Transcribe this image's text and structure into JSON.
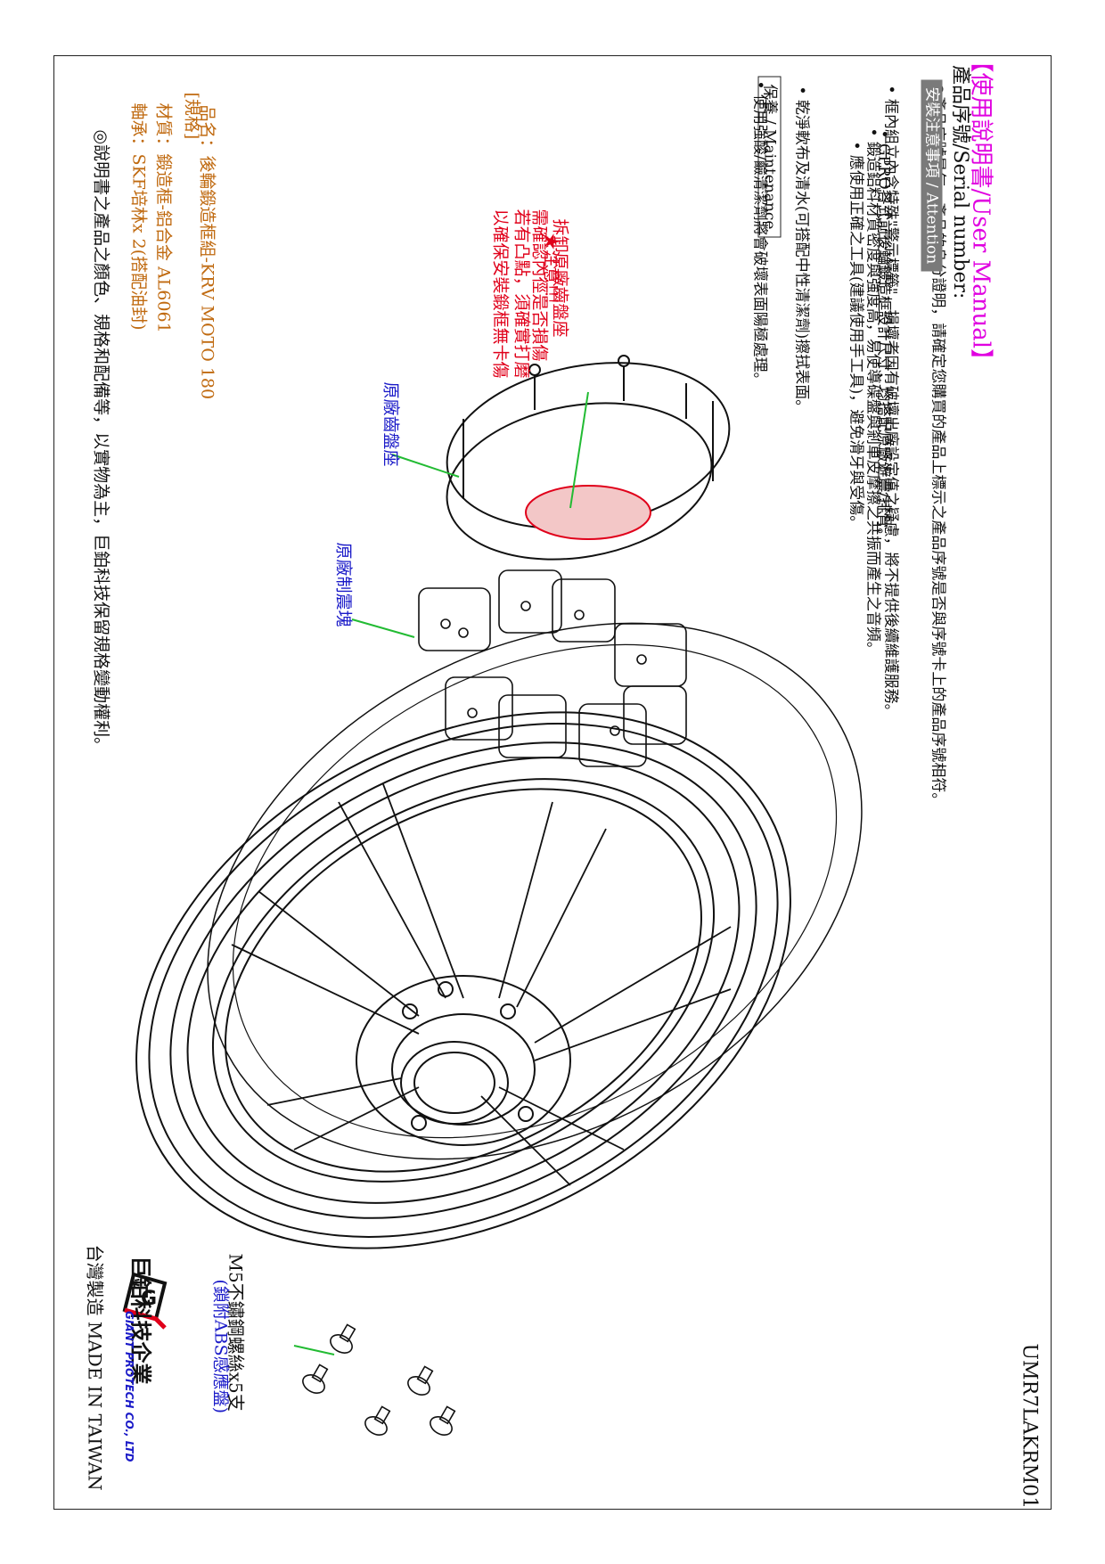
{
  "header": {
    "title_open": "【",
    "title": "使用說明書/User Manual",
    "title_close": "】",
    "serial_label": "產品序號/Serial number:",
    "serial_desc": "◎產品序號是每一產品的身分證明，請確定您購買的產品上標示之產品序號是否與序號卡上的產品序號相符。"
  },
  "attention": {
    "heading": "安裝注意事項 / Attention",
    "items": [
      "• 框內組立內含特殊\"警示標籤\"，損壞者因有破壞出廠設定值之疑慮，將不提供後續維護服務。",
      "• 鍛造鋁料材質密度與強度高，易使導碟盤與剎車皮摩擦之共振而產生之音頻。",
      "• 應使用正確之工具(建議使用手工具)，避免滑牙與受傷。",
      "• GPRO各式前後輪鍛造框設計尺寸，均搭配原廠避震/排骨。"
    ]
  },
  "maintenance": {
    "heading": "保養 / Maintenance",
    "items": [
      "• 乾淨軟布及清水(可搭配中性清潔劑)擦拭表面。",
      "• 使用強酸/鹼清潔劑將會破壞表面陽極處理。"
    ]
  },
  "warning": {
    "title": "★注意!!!",
    "lines": [
      "拆卸原廠齒盤座",
      "需確認內徑是否損傷",
      "若有凸點，須確實打磨",
      "以確保安裝鍛框無卡傷"
    ]
  },
  "callouts": {
    "sprocket_carrier": "原廠齒盤座",
    "damper": "原廠制震塊"
  },
  "spec": {
    "heading": "[規格]",
    "name": "品名：後輪鍛造框組-KRV MOTO 180",
    "material": "材質：鍛造框-鋁合金 AL6061",
    "bearing": "軸承：SKF培林x 2(搭配油封)",
    "note": "◎說明書之產品之顏色、規格和配備等，以實物為主，巨鉑科技保留規格變動權利。"
  },
  "screws": {
    "label": "M5不鏽鋼螺絲x5支",
    "sub": "(鎖附ABS感應盤)"
  },
  "brand": {
    "name_cn": "巨鉑科技企業",
    "name_en": "GIANT PROTECH CO., LTD",
    "made_in": "台灣製造 MADE IN TAIWAN"
  },
  "doc_code": "UMR7LAKRM01",
  "colors": {
    "title": "#e000e0",
    "warning": "#e0001a",
    "callout": "#1a1ac8",
    "spec": "#c06a10"
  }
}
